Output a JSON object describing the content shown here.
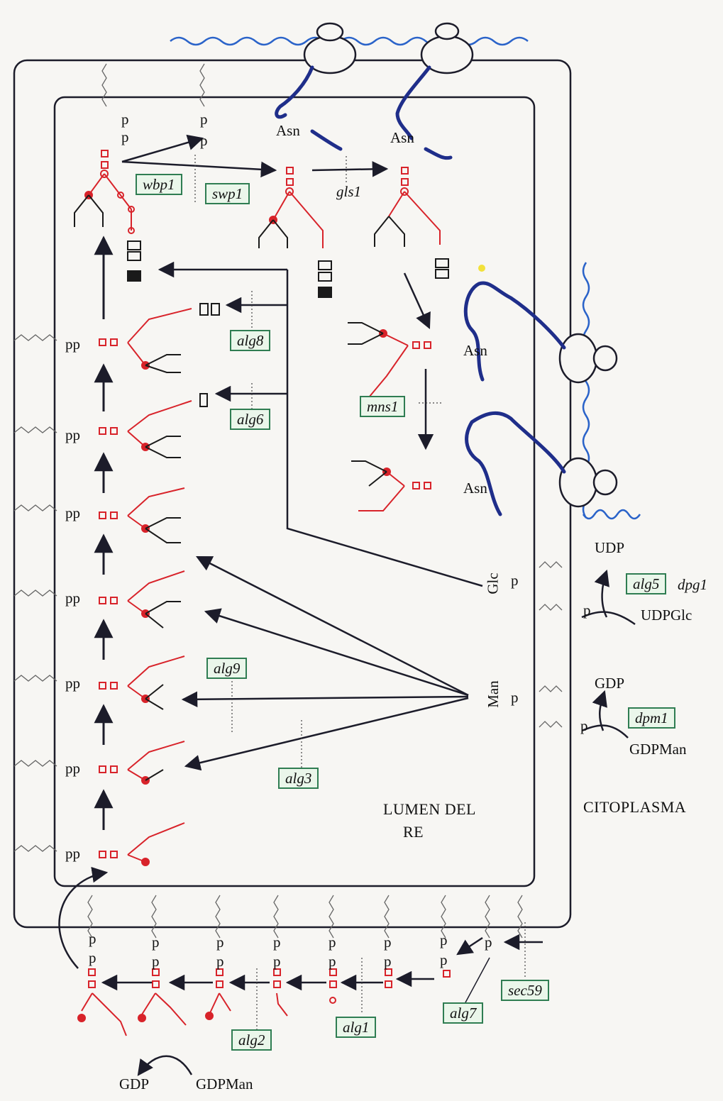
{
  "labels": {
    "asn": "Asn",
    "pp": "pp",
    "p": "p",
    "glc": "Glc",
    "man": "Man",
    "udp": "UDP",
    "udpglc": "UDPGlc",
    "gdp": "GDP",
    "gdpman": "GDPMan",
    "lumen_line1": "LUMEN DEL",
    "lumen_line2": "RE",
    "citoplasma": "CITOPLASMA"
  },
  "enzymes": {
    "wbp1": "wbp1",
    "swp1": "swp1",
    "gls1": "gls1",
    "alg8": "alg8",
    "alg6": "alg6",
    "mns1": "mns1",
    "alg5": "alg5",
    "dpg1": "dpg1",
    "alg9": "alg9",
    "dpm1": "dpm1",
    "alg3": "alg3",
    "sec59": "sec59",
    "alg2": "alg2",
    "alg1": "alg1",
    "alg7": "alg7"
  },
  "colors": {
    "membrane": "#1c1c2a",
    "sugar_red": "#d8232a",
    "glycan_black": "#1a1a1a",
    "protein": "#1f2e8a",
    "mrna": "#2a63c9",
    "enzyme_box": "#2f7d52"
  }
}
